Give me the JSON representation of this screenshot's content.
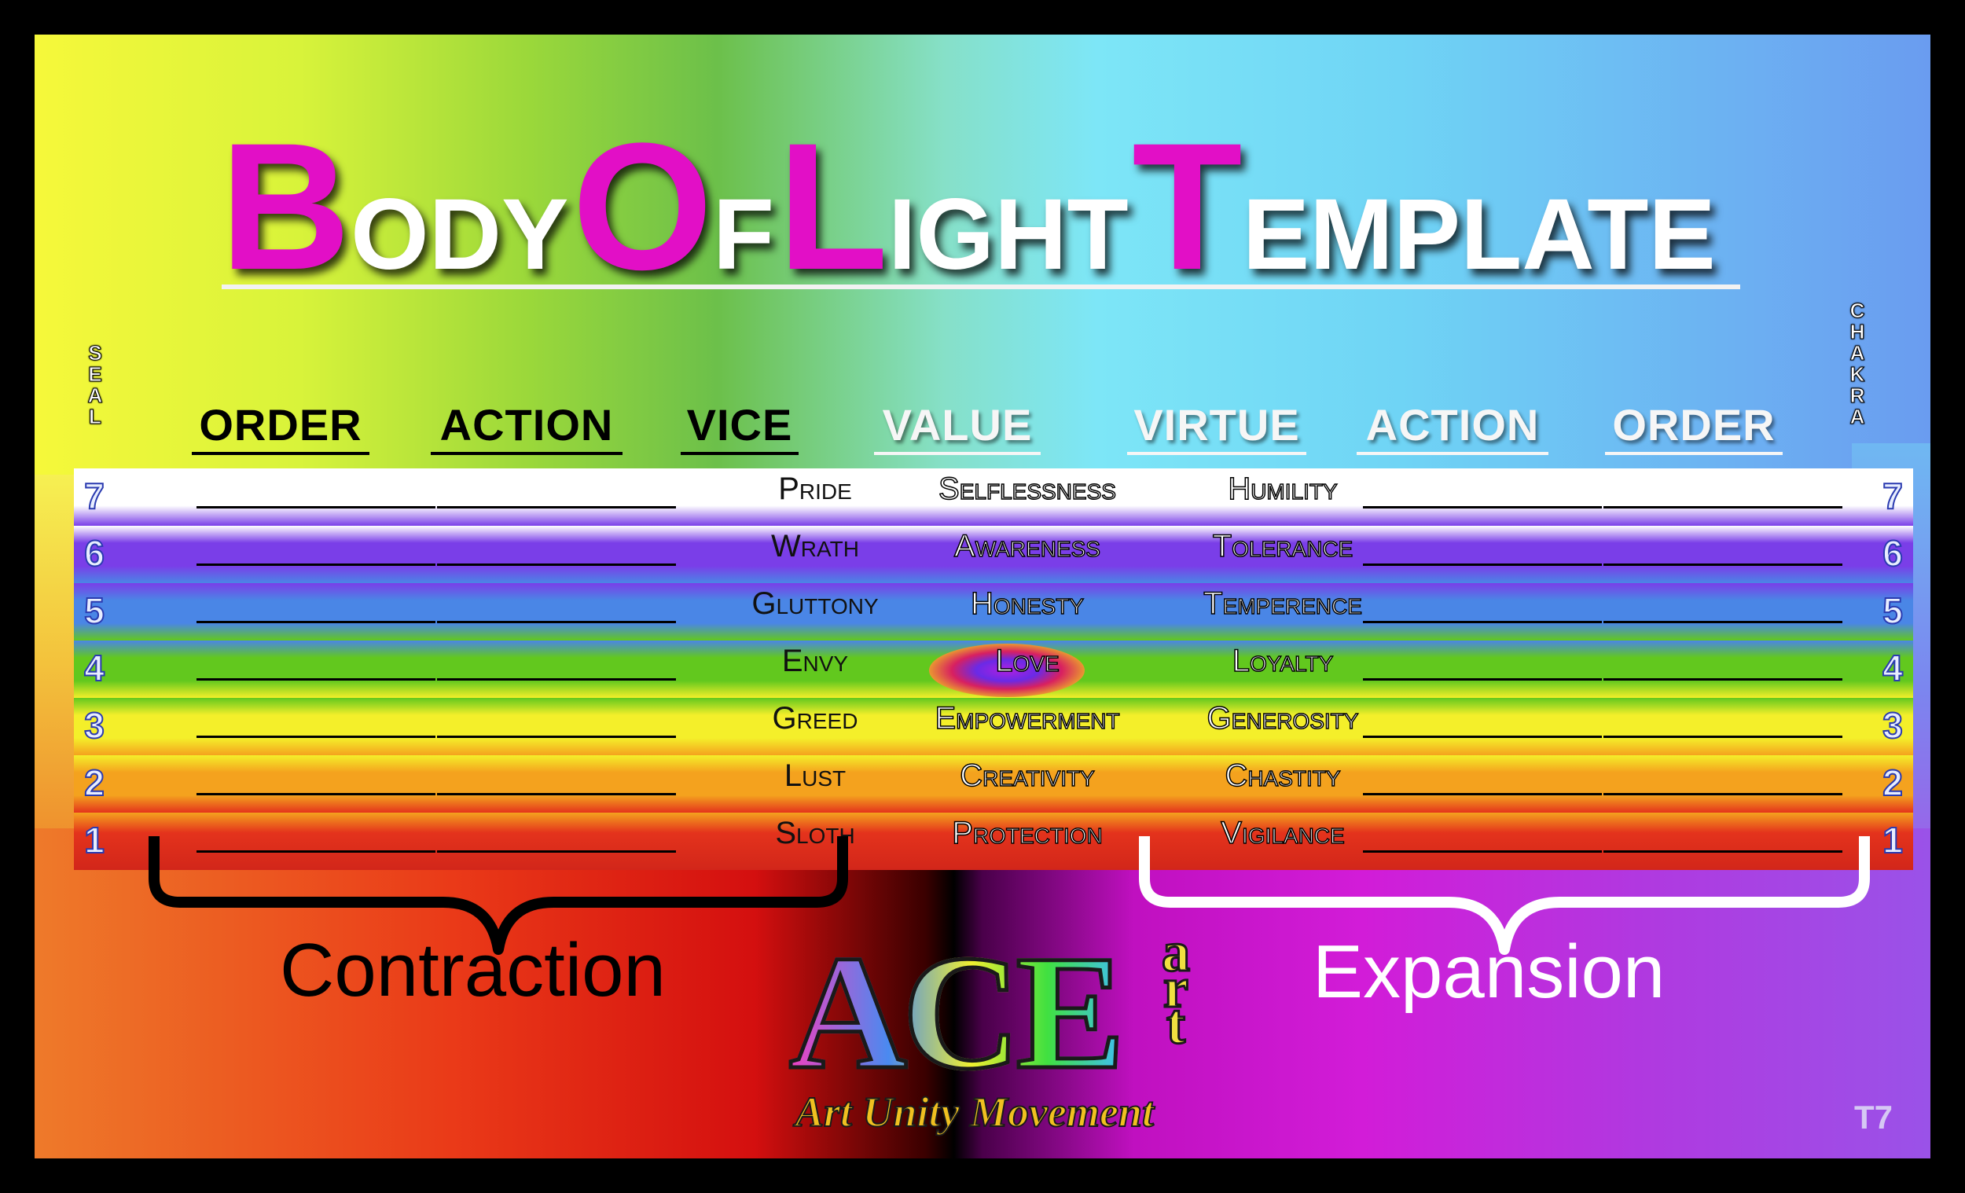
{
  "title": {
    "word1_cap": "B",
    "word1_rest": "ODY",
    "word2_cap": "O",
    "word2_rest": "F",
    "word3_cap": "L",
    "word3_rest": "IGHT",
    "word4_cap": "T",
    "word4_rest": "EMPLATE"
  },
  "side_labels": {
    "left": [
      "S",
      "E",
      "A",
      "L"
    ],
    "right": [
      "C",
      "H",
      "A",
      "K",
      "R",
      "A"
    ]
  },
  "headers": {
    "left_order": "ORDER",
    "left_action": "ACTION",
    "vice": "VICE",
    "value": "VALUE",
    "virtue": "VIRTUE",
    "right_action": "ACTION",
    "right_order": "ORDER"
  },
  "rows": [
    {
      "num": "7",
      "vice": "Pride",
      "value": "Selflessness",
      "virtue": "Humility"
    },
    {
      "num": "6",
      "vice": "Wrath",
      "value": "Awareness",
      "virtue": "Tolerance"
    },
    {
      "num": "5",
      "vice": "Gluttony",
      "value": "Honesty",
      "virtue": "Temperence"
    },
    {
      "num": "4",
      "vice": "Envy",
      "value": "Love",
      "virtue": "Loyalty"
    },
    {
      "num": "3",
      "vice": "Greed",
      "value": "Empowerment",
      "virtue": "Generosity"
    },
    {
      "num": "2",
      "vice": "Lust",
      "value": "Creativity",
      "virtue": "Chastity"
    },
    {
      "num": "1",
      "vice": "Sloth",
      "value": "Protection",
      "virtue": "Vigilance"
    }
  ],
  "row_colors": [
    "#ffffff",
    "#7a3ee8",
    "#4a86e6",
    "#62c81e",
    "#f4ef2a",
    "#f4a21e",
    "#e4331c"
  ],
  "labels": {
    "left_group": "Contraction",
    "right_group": "Expansion"
  },
  "logo": {
    "main": "ACE",
    "side": [
      "a",
      "r",
      "t"
    ],
    "subtitle": "Art Unity Movement"
  },
  "tag": "T7",
  "colors": {
    "title_accent": "#e20fc6",
    "number_outline": "#2b3bb0"
  }
}
